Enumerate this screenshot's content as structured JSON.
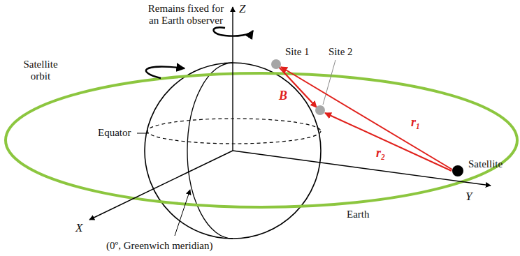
{
  "diagram": {
    "labels": [
      "Remains fixed for an Earth observer",
      "Z",
      "Site 1",
      "Site 2",
      "Satellite orbit",
      "B",
      "r₁",
      "r₂",
      "Equator",
      "Satellite",
      "Y",
      "X",
      "Earth",
      "(0º, Greenwich meridian)"
    ]
  }
}
